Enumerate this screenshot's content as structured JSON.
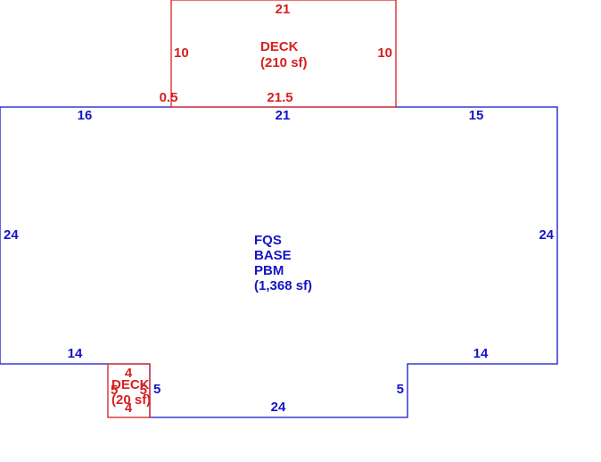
{
  "colors": {
    "base": "#1515c8",
    "deck": "#d62020",
    "background": "#ffffff"
  },
  "base_area": {
    "label_lines": [
      "FQS",
      "BASE",
      "PBM",
      "(1,368 sf)"
    ],
    "dimensions": {
      "top_left": "16",
      "top_middle": "21",
      "top_right": "15",
      "left": "24",
      "right": "24",
      "bottom_left": "14",
      "bottom_right": "14",
      "notch_left": "5",
      "notch_right": "5",
      "bottom": "24"
    }
  },
  "upper_deck": {
    "label_lines": [
      "DECK",
      "(210 sf)"
    ],
    "dimensions": {
      "top": "21",
      "left": "10",
      "right": "10",
      "bottom_offset": "0.5",
      "bottom": "21.5"
    }
  },
  "lower_deck": {
    "label_lines": [
      "DECK",
      "(20 sf)"
    ],
    "dimensions": {
      "top": "4",
      "bottom": "4",
      "left": "5",
      "right": "5"
    }
  }
}
